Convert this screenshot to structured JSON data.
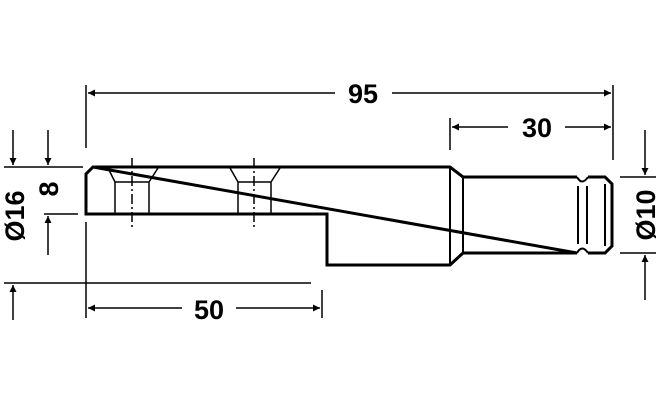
{
  "dimensions": {
    "overall_length": "95",
    "pin_length": "30",
    "body_length": "50",
    "body_diameter": "Ø16",
    "half_height": "8",
    "pin_diameter": "Ø10"
  },
  "colors": {
    "line": "#000000",
    "background": "#ffffff"
  }
}
